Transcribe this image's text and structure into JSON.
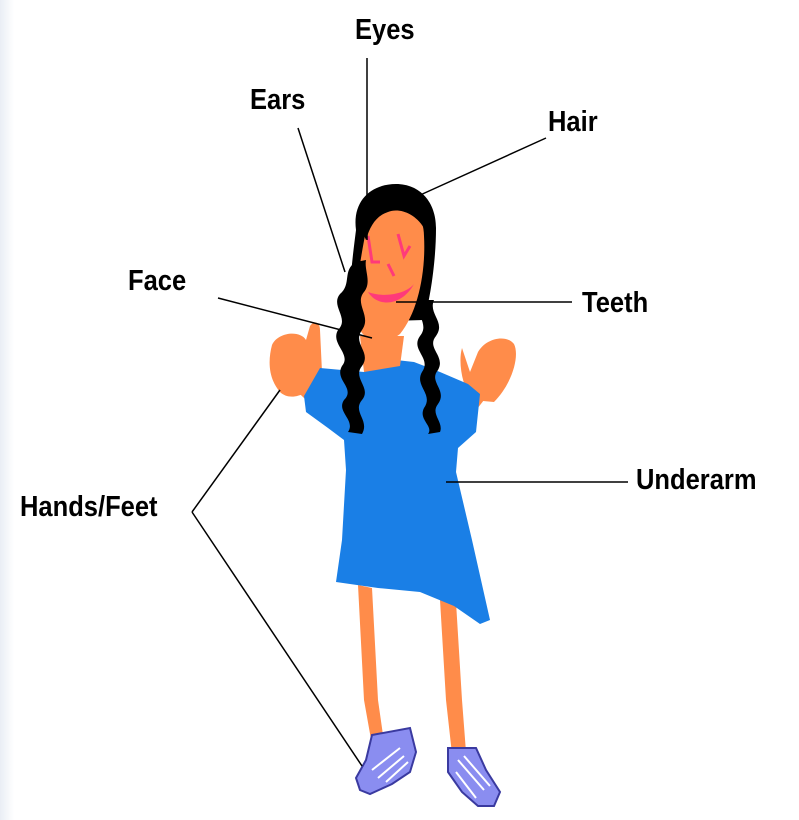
{
  "labels": {
    "eyes": "Eyes",
    "ears": "Ears",
    "hair": "Hair",
    "face": "Face",
    "teeth": "Teeth",
    "underarm": "Underarm",
    "hands_feet": "Hands/Feet"
  },
  "colors": {
    "skin": "#ff8c4a",
    "dress": "#1a7fe6",
    "hair": "#000000",
    "shoes": "#8a8df0",
    "face_features": "#ff3a7a",
    "leader_line": "#000000"
  }
}
